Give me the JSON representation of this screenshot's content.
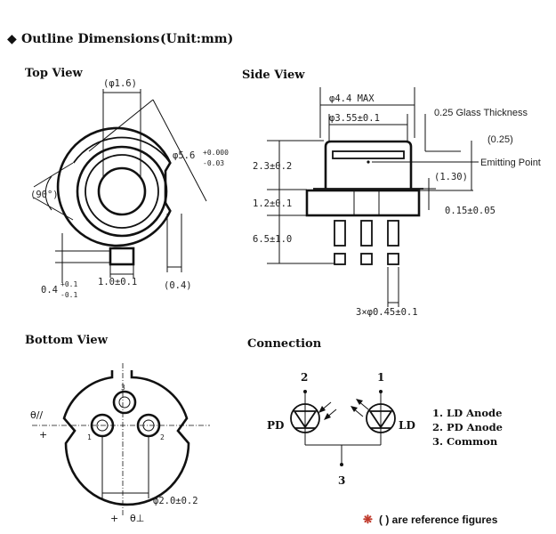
{
  "title": {
    "diamond": "◆",
    "text": "Outline Dimensions",
    "unit": "(Unit:mm)"
  },
  "top_view": {
    "heading": "Top View",
    "dim_window": "(φ1.6)",
    "dim_outer_main": "φ5.6",
    "dim_outer_tol_plus": "+0.000",
    "dim_outer_tol_minus": "-0.03",
    "dim_angle": "(90°)",
    "dim_notch_depth_main": "0.4",
    "dim_notch_depth_plus": "+0.1",
    "dim_notch_depth_minus": "-0.1",
    "dim_tab_width": "1.0±0.1",
    "dim_tab_gap": "(0.4)"
  },
  "side_view": {
    "heading": "Side View",
    "dim_cap_max": "φ4.4 MAX",
    "dim_window": "φ3.55±0.1",
    "glass_thickness": "0.25 Glass Thickness",
    "dim_ref": "(0.25)",
    "emitting_point": "Emitting Point",
    "dim_emit_height": "(1.30)",
    "dim_cap_height": "2.3±0.2",
    "dim_base_height": "1.2±0.1",
    "dim_pin_length": "6.5±1.0",
    "dim_step": "0.15±0.05",
    "dim_pin_dia": "3×φ0.45±0.1"
  },
  "bottom_view": {
    "heading": "Bottom View",
    "pin_labels": [
      "1",
      "2",
      "3"
    ],
    "theta_parallel": "θ//",
    "theta_perp": "θ⊥",
    "plus": "+",
    "dim_pin_circle": "φ2.0±0.2"
  },
  "connection": {
    "heading": "Connection",
    "pin_pd": "2",
    "pin_ld": "1",
    "pin_common": "3",
    "label_pd": "PD",
    "label_ld": "LD",
    "legend": [
      "1. LD Anode",
      "2. PD Anode",
      "3. Common"
    ]
  },
  "footnote": {
    "asterisk": "❋",
    "text": "( ) are reference figures"
  }
}
